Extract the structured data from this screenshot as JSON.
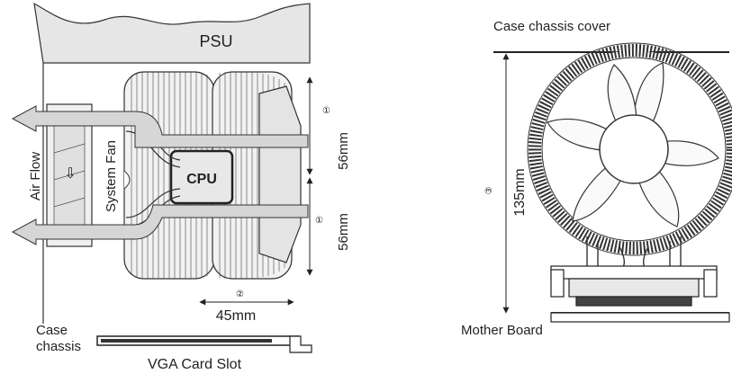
{
  "left_figure": {
    "psu_label": "PSU",
    "cpu_label": "CPU",
    "air_flow_label": "Air Flow",
    "system_fan_label": "System Fan",
    "case_chassis_label_line1": "Case",
    "case_chassis_label_line2": "chassis",
    "vga_slot_label": "VGA Card Slot",
    "dim_top": {
      "marker": "①",
      "value": "56mm"
    },
    "dim_bottom": {
      "marker": "①",
      "value": "56mm"
    },
    "dim_width": {
      "marker": "②",
      "value": "45mm"
    }
  },
  "right_figure": {
    "case_cover_label": "Case chassis cover",
    "motherboard_label": "Mother Board",
    "dim_height": {
      "marker": "③",
      "value": "135mm"
    }
  }
}
